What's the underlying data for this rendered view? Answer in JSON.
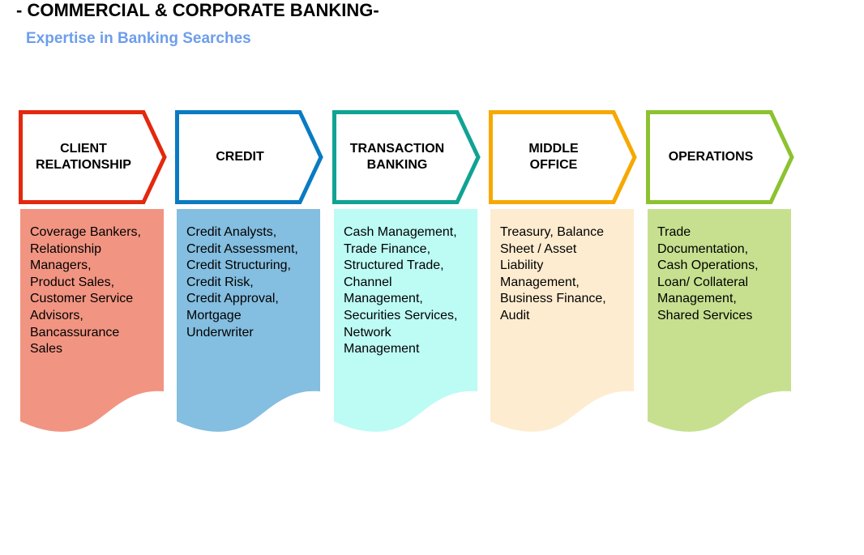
{
  "title": "- COMMERCIAL & CORPORATE BANKING-",
  "subtitle": "Expertise in Banking Searches",
  "columns": [
    {
      "heading": "CLIENT\nRELATIONSHIP",
      "items": "Coverage Bankers,\nRelationship\nManagers,\nProduct Sales,\nCustomer Service\nAdvisors,\nBancassurance\nSales",
      "border": "#e3280e",
      "fill": "#f29482"
    },
    {
      "heading": "CREDIT",
      "items": "Credit Analysts,\nCredit Assessment,\nCredit Structuring,\nCredit Risk,\nCredit Approval,\nMortgage\nUnderwriter",
      "border": "#0a7bc2",
      "fill": "#84bee0"
    },
    {
      "heading": "TRANSACTION\nBANKING",
      "items": "Cash Management,\nTrade Finance,\nStructured Trade,\nChannel\nManagement,\nSecurities Services,\nNetwork\nManagement",
      "border": "#0fa394",
      "fill": "#bdfbf5"
    },
    {
      "heading": "MIDDLE\nOFFICE",
      "items": "Treasury, Balance\nSheet / Asset\nLiability\nManagement,\nBusiness Finance,\nAudit",
      "border": "#f7a800",
      "fill": "#feecd0"
    },
    {
      "heading": "OPERATIONS",
      "items": "Trade\nDocumentation,\nCash Operations,\nLoan/ Collateral\nManagement,\nShared Services",
      "border": "#8cc230",
      "fill": "#c6e08f"
    }
  ]
}
